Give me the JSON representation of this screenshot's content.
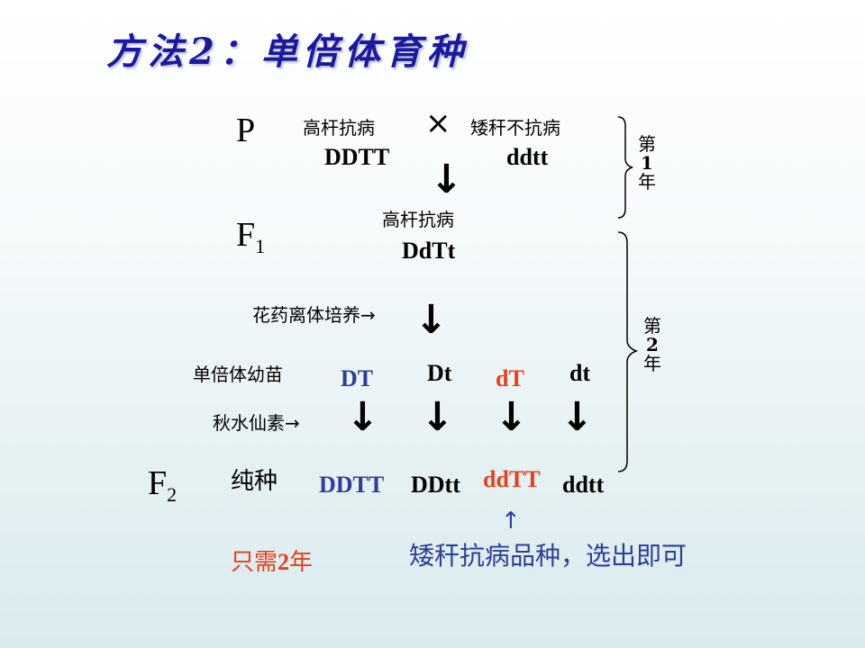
{
  "title": "方法2：单倍体育种",
  "parents": {
    "label": "P",
    "left_phenotype": "高杆抗病",
    "left_genotype": "DDTT",
    "cross_symbol": "×",
    "right_phenotype": "矮秆不抗病",
    "right_genotype": "ddtt"
  },
  "f1": {
    "label": "F",
    "sub": "1",
    "phenotype": "高杆抗病",
    "genotype": "DdTt"
  },
  "step_anther": "花药离体培养→",
  "haploid": {
    "label": "单倍体幼苗",
    "genotypes": [
      "DT",
      "Dt",
      "dT",
      "dt"
    ]
  },
  "step_colchicine": "秋水仙素→",
  "f2": {
    "label": "F",
    "sub": "2",
    "pure": "纯种",
    "genotypes": [
      "DDTT",
      "DDtt",
      "ddTT",
      "ddtt"
    ]
  },
  "arrow_glyph": "↓",
  "pointer_glyph": "↑",
  "year1": [
    "第",
    "1",
    "年"
  ],
  "year2": [
    "第",
    "2",
    "年"
  ],
  "only_need": "只需",
  "only_need_num": "2",
  "only_need_unit": "年",
  "selection_note": "矮秆抗病品种，选出即可",
  "colors": {
    "title": "#1a1aa0",
    "blue": "#2e3d9a",
    "red": "#e8401c"
  }
}
